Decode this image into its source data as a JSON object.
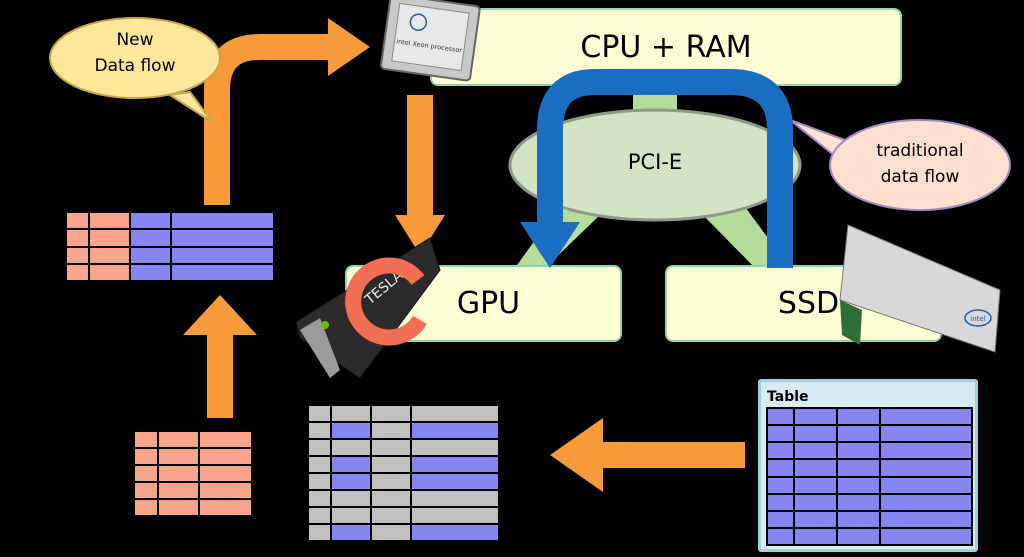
{
  "labels": {
    "cpu_ram": "CPU + RAM",
    "pcie": "PCI-E",
    "gpu": "GPU",
    "ssd": "SSD",
    "new_flow_line1": "New",
    "new_flow_line2": "Data flow",
    "traditional_line1": "traditional",
    "traditional_line2": "data flow",
    "table_title": "Table"
  },
  "logos": {
    "cpu_chip": "intel Xeon processor",
    "gpu_card": "TESLA",
    "ssd_card": "intel"
  },
  "colors": {
    "box_fill": "#fdfed3",
    "pcie_fill": "#d4e3c3",
    "link_green": "#b5dc98",
    "orange_arrow": "#f79a3a",
    "blue_arrow": "#1b6fc2",
    "salmon": "#f9a58b",
    "blue_cell": "#8785ef",
    "gray_cell": "#c0c0c0",
    "new_bubble": "#fde79a",
    "traditional_bubble": "#fde0cf"
  },
  "tables": {
    "top_left": {
      "rows": 4,
      "cells": [
        "salmon",
        "salmon",
        "blue",
        "blue"
      ]
    },
    "bottom_left": {
      "rows": 5,
      "cells": [
        "salmon",
        "salmon",
        "salmon"
      ]
    },
    "middle": {
      "rows": 8,
      "highlighted_rows": [
        1,
        3,
        4,
        7
      ],
      "highlighted_cols": [
        1,
        3
      ]
    },
    "source": {
      "rows": 8,
      "cells": [
        "blue",
        "blue",
        "blue",
        "blue"
      ]
    }
  }
}
